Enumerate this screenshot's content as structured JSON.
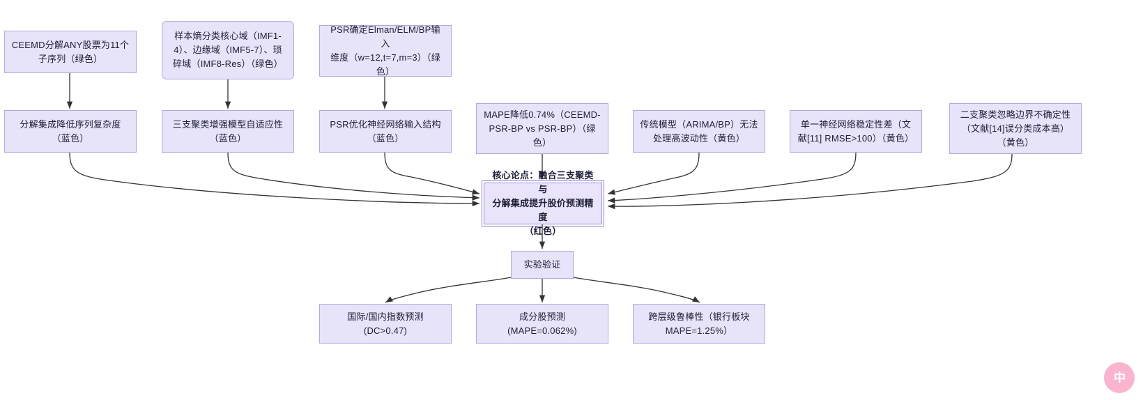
{
  "diagram": {
    "type": "flowchart",
    "direction": "top-down-converging",
    "nodes": [
      {
        "id": "n1",
        "label": "CEEMD分解ANY股票为11个\n子序列（绿色）",
        "row": "evidence-top",
        "shape": "rect"
      },
      {
        "id": "n2",
        "label": "样本熵分类核心域（IMF1-\n4）、边缘域（IMF5-7）、琐\n碎域（IMF8-Res）（绿色）",
        "row": "evidence-top",
        "shape": "rounded"
      },
      {
        "id": "n3",
        "label": "PSR确定Elman/ELM/BP输入\n维度（w=12,t=7,m=3）（绿\n色）",
        "row": "evidence-top",
        "shape": "rect"
      },
      {
        "id": "n4",
        "label": "分解集成降低序列复杂度\n（蓝色）",
        "row": "claim-mid",
        "shape": "rect"
      },
      {
        "id": "n5",
        "label": "三支聚类增强模型自适应性\n（蓝色）",
        "row": "claim-mid",
        "shape": "rect"
      },
      {
        "id": "n6",
        "label": "PSR优化神经网络输入结构\n（蓝色）",
        "row": "claim-mid",
        "shape": "rect"
      },
      {
        "id": "n7",
        "label": "MAPE降低0.74%（CEEMD-\nPSR-BP vs PSR-BP）（绿\n色）",
        "row": "claim-mid",
        "shape": "rect"
      },
      {
        "id": "n8",
        "label": "传统模型（ARIMA/BP）无法\n处理高波动性（黄色）",
        "row": "claim-mid",
        "shape": "rect"
      },
      {
        "id": "n9",
        "label": "单一神经网络稳定性差（文\n献[11] RMSE>100）（黄色）",
        "row": "claim-mid",
        "shape": "rect"
      },
      {
        "id": "n10",
        "label": "二支聚类忽略边界不确定性\n（文献[14]误分类成本高）\n（黄色）",
        "row": "claim-mid",
        "shape": "rect"
      },
      {
        "id": "core",
        "label": "核心论点：融合三支聚类与\n分解集成提升股价预测精度\n（红色）",
        "row": "core",
        "shape": "rect-double"
      },
      {
        "id": "n11",
        "label": "实验验证",
        "row": "validation",
        "shape": "rect"
      },
      {
        "id": "n12",
        "label": "国际/国内指数预测\n(DC>0.47)",
        "row": "results",
        "shape": "rect"
      },
      {
        "id": "n13",
        "label": "成分股预测\n(MAPE=0.062%)",
        "row": "results",
        "shape": "rect"
      },
      {
        "id": "n14",
        "label": "跨层级鲁棒性（银行板块\nMAPE=1.25%）",
        "row": "results",
        "shape": "rect"
      }
    ],
    "edges": [
      {
        "from": "n1",
        "to": "n4",
        "style": "straight-arrow"
      },
      {
        "from": "n2",
        "to": "n5",
        "style": "straight-arrow"
      },
      {
        "from": "n3",
        "to": "n6",
        "style": "straight-arrow"
      },
      {
        "from": "n4",
        "to": "core",
        "style": "curve-arrow"
      },
      {
        "from": "n5",
        "to": "core",
        "style": "curve-arrow"
      },
      {
        "from": "n6",
        "to": "core",
        "style": "curve-arrow"
      },
      {
        "from": "n7",
        "to": "core",
        "style": "straight-arrow"
      },
      {
        "from": "n8",
        "to": "core",
        "style": "curve-arrow"
      },
      {
        "from": "n9",
        "to": "core",
        "style": "curve-arrow"
      },
      {
        "from": "n10",
        "to": "core",
        "style": "curve-arrow"
      },
      {
        "from": "core",
        "to": "n11",
        "style": "straight-arrow"
      },
      {
        "from": "n11",
        "to": "n12",
        "style": "curve-arrow"
      },
      {
        "from": "n11",
        "to": "n13",
        "style": "straight-arrow"
      },
      {
        "from": "n11",
        "to": "n14",
        "style": "curve-arrow"
      }
    ]
  },
  "colors": {
    "node_fill": "#e7e3f8",
    "node_border": "#b3a8e0",
    "core_border": "#8a7bc8",
    "edge": "#333333",
    "background": "#ffffff",
    "watermark": "#f9a8c6"
  },
  "watermark": {
    "text": "中"
  }
}
